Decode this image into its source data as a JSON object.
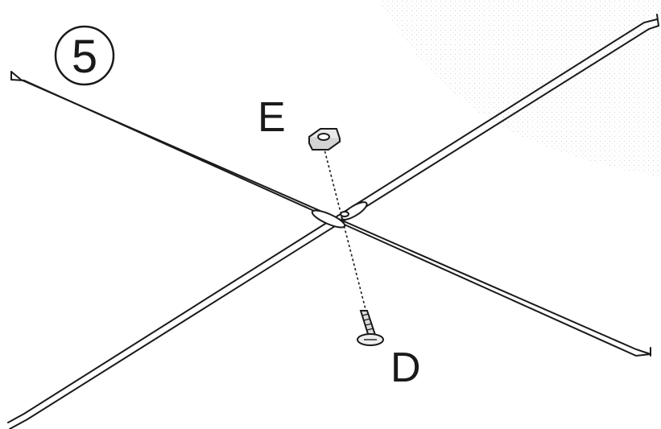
{
  "step": {
    "number": "5"
  },
  "parts": {
    "nut": {
      "label": "E",
      "icon": "hex-nut-icon"
    },
    "bolt": {
      "label": "D",
      "icon": "bolt-icon"
    }
  },
  "colors": {
    "line": "#1a1a1a",
    "shade": "#e6e6e6",
    "background": "#ffffff"
  }
}
